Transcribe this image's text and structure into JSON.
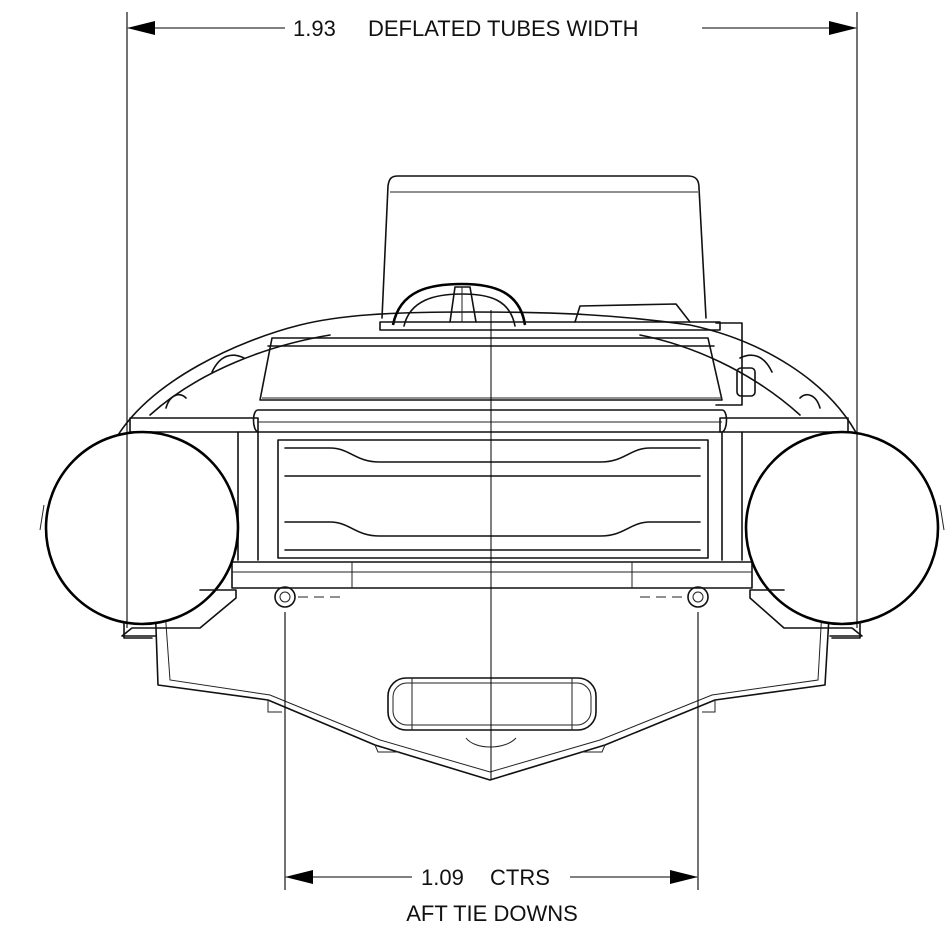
{
  "dimensions": {
    "overall_width": {
      "value": "1.93",
      "label": "DEFLATED TUBES WIDTH"
    },
    "tie_down_spacing": {
      "value": "1.09",
      "label": "CTRS",
      "sublabel": "AFT TIE DOWNS"
    }
  },
  "colors": {
    "line": "#000000",
    "background": "#ffffff"
  }
}
